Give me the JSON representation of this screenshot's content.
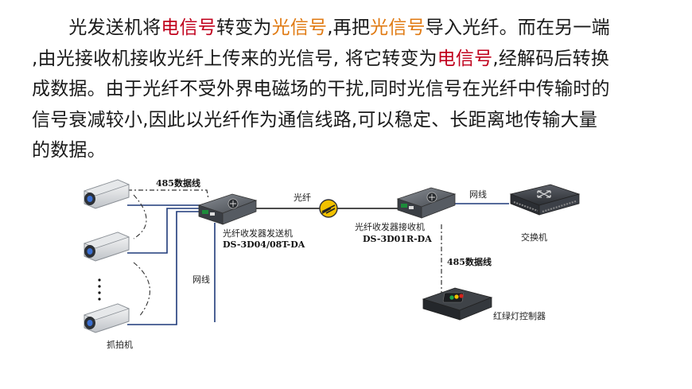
{
  "paragraph": {
    "l1": {
      "a": "光发送机将",
      "b": "电信号",
      "c": "转变为",
      "d": "光信号",
      "e": ",再把",
      "f": "光信号",
      "g": "导入光纤。而在另一端"
    },
    "l2": {
      "a": ",由光接收机接收光纤上传来的光信号, 将它转变为",
      "b": "电信号",
      "c": ",经解码后转换"
    },
    "l3": "成数据。由于光纤不受外界电磁场的干扰,同时光信号在光纤中传输时的",
    "l4": "信号衰减较小,因此以光纤作为通信线路,可以稳定、长距离地传输大量",
    "l5": "的数据。"
  },
  "diagram": {
    "label_485_top": "485数据线",
    "label_fiber": "光纤",
    "label_net_right": "网线",
    "label_net_left": "网线",
    "label_485_bottom": "485数据线",
    "sender_name": "光纤收发器发送机",
    "sender_model": "DS-3D04/08T-DA",
    "receiver_name": "光纤收发器接收机",
    "receiver_model": "DS-3D01R-DA",
    "switch_label": "交换机",
    "traffic_label": "红绿灯控制器",
    "camera_label": "抓拍机"
  },
  "colors": {
    "highlight_red": "#c0001c",
    "highlight_orange": "#e07a12",
    "line_blue": "#1f3a7a",
    "fiber_yellow": "#f2c200"
  }
}
